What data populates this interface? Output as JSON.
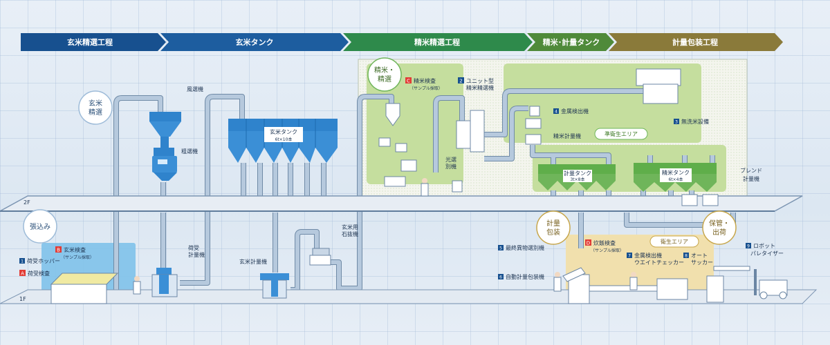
{
  "steps": [
    {
      "label": "玄米精選工程",
      "color": "#17508f"
    },
    {
      "label": "玄米タンク",
      "color": "#1d5d9f"
    },
    {
      "label": "精米精選工程",
      "color": "#2e8a4b"
    },
    {
      "label": "精米･計量タンク",
      "color": "#4f8a3a"
    },
    {
      "label": "計量包装工程",
      "color": "#8a7a3a"
    }
  ],
  "floors": {
    "f2": "2F",
    "f1": "1F"
  },
  "circles": {
    "genmai_1": "玄米",
    "genmai_2": "精選",
    "hariko": "張込み",
    "seimai_1": "精米・",
    "seimai_2": "精選",
    "keiryo_1": "計量",
    "keiryo_2": "包装",
    "hokan_1": "保管・",
    "hokan_2": "出荷"
  },
  "areas": {
    "jun": "準衛生エリア",
    "eisei": "衛生エリア"
  },
  "labels": {
    "fusenki": "風選機",
    "sosenki": "粗選機",
    "tank_title": "玄米タンク",
    "tank_sub": "6t×10本",
    "ishinuki_1": "玄米用",
    "ishinuki_2": "石抜機",
    "genmai_keiryo": "玄米計量機",
    "niuke_1": "荷受",
    "niuke_2": "計量機",
    "hopper_no": "1",
    "hopper": "荷受ホッパー",
    "nikenA": "A",
    "niken": "荷受検査",
    "genkenB": "B",
    "genken": "玄米検査",
    "genken_sub": "（サンプル採取）",
    "seikenC": "C",
    "seiken": "精米検査",
    "seiken_sub": "（サンプル採取）",
    "unit_no": "2",
    "unit_1": "ユニット型",
    "unit_2": "精米精選機",
    "kosen_1": "光選",
    "kosen_2": "別機",
    "kinzoku_no": "4",
    "kinzoku": "金属検出機",
    "museno_no": "3",
    "museno": "無洗米設備",
    "seimai_keiryoki": "精米計量機",
    "ktank_title": "計量タンク",
    "ktank_sub": "3t×8本",
    "stank_title": "精米タンク",
    "stank_sub": "6t×4本",
    "blend_1": "ブレンド",
    "blend_2": "計量機",
    "saishu_no": "5",
    "saishu": "最終異物選別機",
    "jidou_no": "6",
    "jidou": "自動計量包装機",
    "suihanD": "D",
    "suihan": "炊飯検査",
    "suihan_sub": "（サンプル採取）",
    "weight_no": "7",
    "weight_1": "金属検出機",
    "weight_2": "ウエイトチェッカー",
    "sacker_no": "8",
    "sacker_1": "オート",
    "sacker_2": "サッカー",
    "robot_no": "9",
    "robot_1": "ロボット",
    "robot_2": "パレタイザー"
  },
  "colors": {
    "blue": "#3b8fd6",
    "green": "#6fb55a",
    "navy": "#17508f",
    "red": "#e23b35",
    "gold": "#c7a64a"
  }
}
